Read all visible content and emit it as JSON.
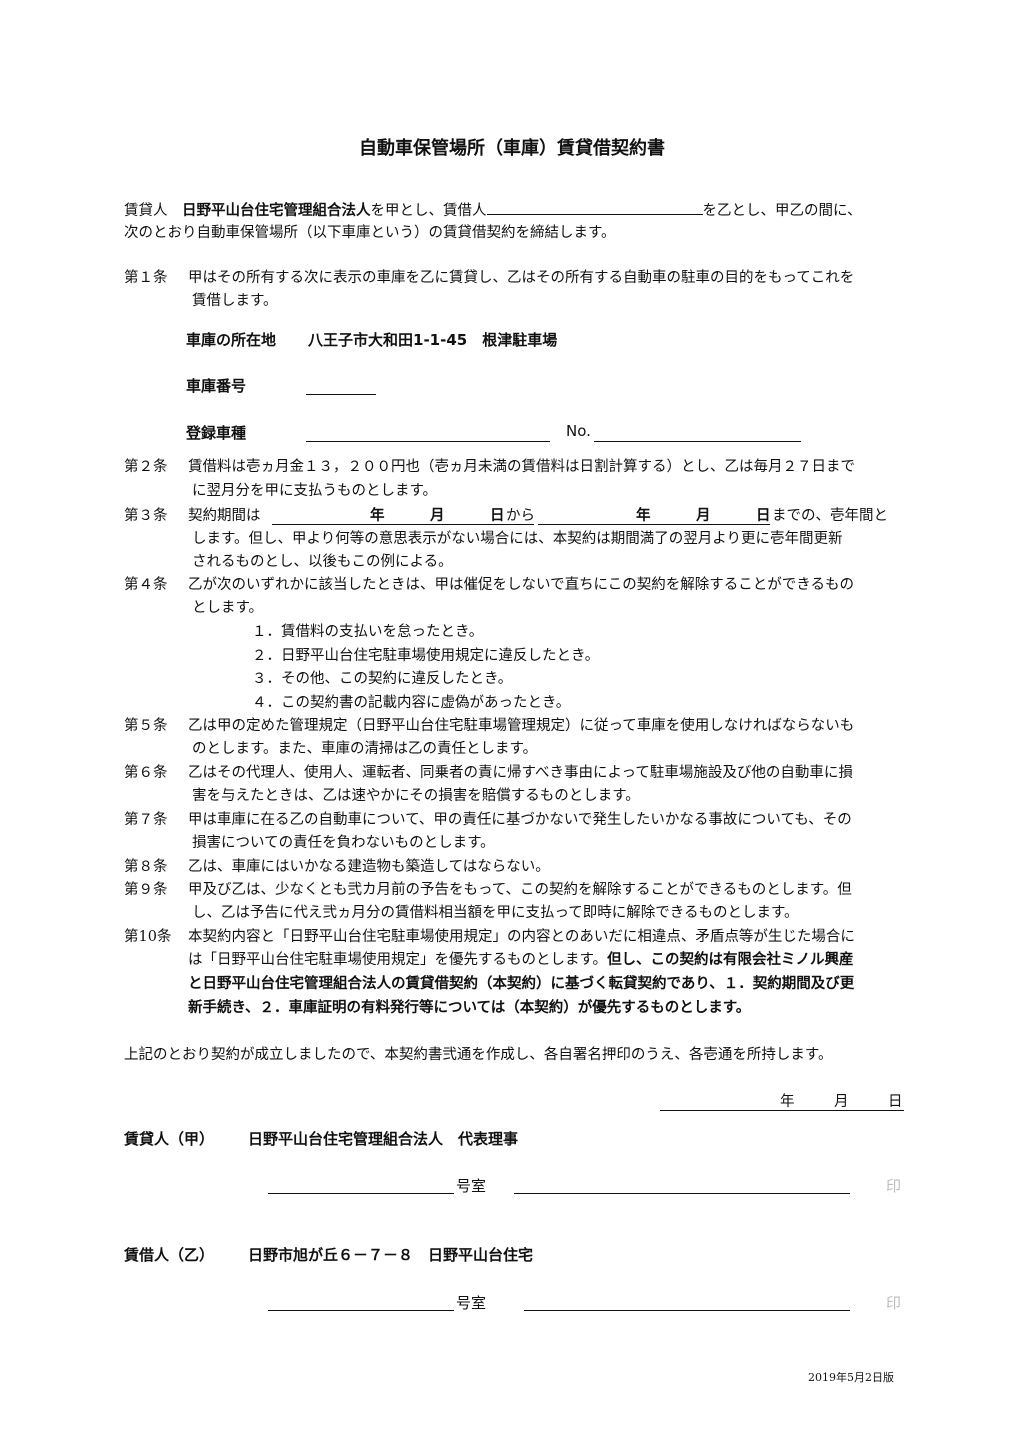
{
  "title": "自動車保管場所（車庫）賃貸借契約書",
  "intro": {
    "lessor_prefix": "賃貸人　",
    "lessor_name": "日野平山台住宅管理組合法人",
    "mid1": "を甲とし、賃借人",
    "mid2": "を乙とし、甲乙の間に、",
    "line2": "次のとおり自動車保管場所（以下車庫という）の賃貸借契約を締結します。"
  },
  "art1": {
    "label": "第１条",
    "l1": "甲はその所有する次に表示の車庫を乙に賃貸し、乙はその所有する自動車の駐車の目的をもってこれを",
    "l2": "賃借します。"
  },
  "garage": {
    "location_label": "車庫の所在地",
    "location_value": "八王子市大和田1-1-45　根津駐車場",
    "number_label": "車庫番号",
    "model_label": "登録車種",
    "no_label": "No."
  },
  "art2": {
    "label": "第２条",
    "l1": "賃借料は壱ヵ月金１３，２００円也（壱ヵ月未満の賃借料は日割計算する）とし、乙は毎月２７日まで",
    "l2": "に翌月分を甲に支払うものとします。"
  },
  "art3": {
    "label": "第３条",
    "pre": "契約期間は",
    "year": "年",
    "month": "月",
    "day": "日",
    "from": "から",
    "until": "までの、壱年間と",
    "l2": "します。但し、甲より何等の意思表示がない場合には、本契約は期間満了の翌月より更に壱年間更新",
    "l3": "されるものとし、以後もこの例による。"
  },
  "art4": {
    "label": "第４条",
    "l1": "乙が次のいずれかに該当したときは、甲は催促をしないで直ちにこの契約を解除することができるもの",
    "l2": "とします。",
    "items": [
      "１．賃借料の支払いを怠ったとき。",
      "２．日野平山台住宅駐車場使用規定に違反したとき。",
      "３．その他、この契約に違反したとき。",
      "４．この契約書の記載内容に虚偽があったとき。"
    ]
  },
  "art5": {
    "label": "第５条",
    "l1": "乙は甲の定めた管理規定（日野平山台住宅駐車場管理規定）に従って車庫を使用しなければならないも",
    "l2": "のとします。また、車庫の清掃は乙の責任とします。"
  },
  "art6": {
    "label": "第６条",
    "l1": "乙はその代理人、使用人、運転者、同乗者の責に帰すべき事由によって駐車場施設及び他の自動車に損",
    "l2": "害を与えたときは、乙は速やかにその損害を賠償するものとします。"
  },
  "art7": {
    "label": "第７条",
    "l1": "甲は車庫に在る乙の自動車について、甲の責任に基づかないで発生したいかなる事故についても、その",
    "l2": "損害についての責任を負わないものとします。"
  },
  "art8": {
    "label": "第８条",
    "l1": "乙は、車庫にはいかなる建造物も築造してはならない。"
  },
  "art9": {
    "label": "第９条",
    "l1": "甲及び乙は、少なくとも弐カ月前の予告をもって、この契約を解除することができるものとします。但",
    "l2": "し、乙は予告に代え弐ヵ月分の賃借料相当額を甲に支払って即時に解除できるものとします。"
  },
  "art10": {
    "label": "第10条",
    "l1": "本契約内容と「日野平山台住宅駐車場使用規定」の内容とのあいだに相違点、矛盾点等が生じた場合に",
    "l2_normal": "は「日野平山台住宅駐車場使用規定」を優先するものとします。",
    "l2_bold": "但し、この契約は有限会社ミノル興産",
    "l3": "と日野平山台住宅管理組合法人の賃貸借契約（本契約）に基づく転貸契約であり、１．契約期間及び更",
    "l4": "新手続き、２．車庫証明の有料発行等については（本契約）が優先するものとします。"
  },
  "closing": "上記のとおり契約が成立しましたので、本契約書弐通を作成し、各自署名押印のうえ、各壱通を所持します。",
  "date": {
    "year": "年",
    "month": "月",
    "day": "日"
  },
  "lessor": {
    "label": "賃貸人（甲）",
    "name": "日野平山台住宅管理組合法人　代表理事",
    "room": "号室",
    "seal": "印"
  },
  "lessee": {
    "label": "賃借人（乙）",
    "address": "日野市旭が丘６－７－８　日野平山台住宅",
    "room": "号室",
    "seal": "印"
  },
  "version": "2019年5月2日版"
}
